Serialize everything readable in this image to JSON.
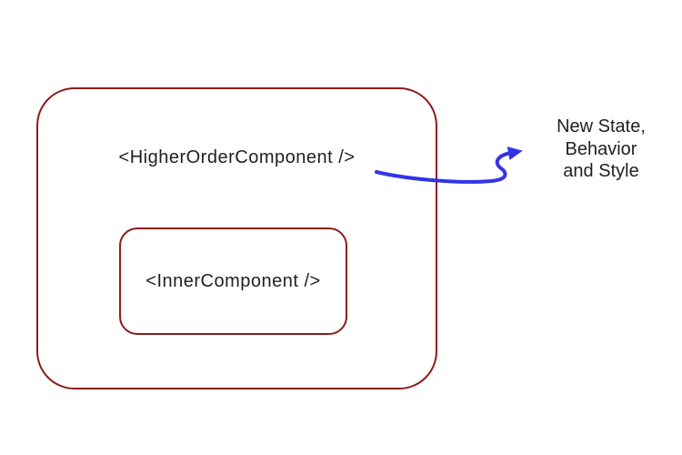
{
  "colors": {
    "background": "#ffffff",
    "box-border": "#8e1b1b",
    "arrow": "#3333e6",
    "text": "#1f1f1f"
  },
  "diagram": {
    "outer_box": {
      "label": "<HigherOrderComponent />"
    },
    "inner_box": {
      "label": "<InnerComponent />"
    },
    "annotation": {
      "lines": [
        "New State,",
        "Behavior",
        "and Style"
      ]
    }
  }
}
